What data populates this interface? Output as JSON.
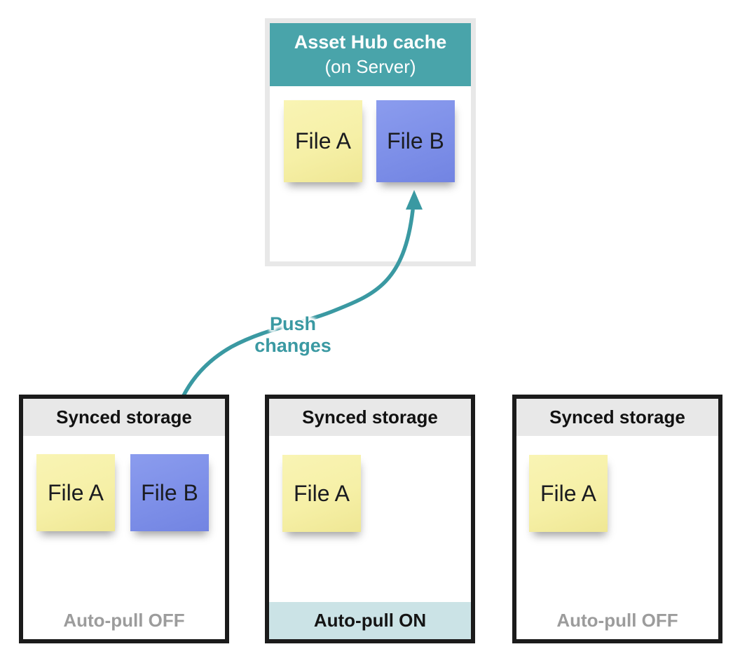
{
  "cache_box": {
    "title": "Asset Hub cache",
    "subtitle": "(on Server)",
    "files": [
      {
        "label": "File A",
        "color": "#f6f0a7"
      },
      {
        "label": "File B",
        "color": "#7d8fe8"
      }
    ]
  },
  "push_arrow": {
    "label": "Push changes",
    "color": "#3a99a2"
  },
  "storage_boxes": [
    {
      "title": "Synced storage",
      "files": [
        {
          "label": "File A",
          "color": "#f6f0a7"
        },
        {
          "label": "File B",
          "color": "#7d8fe8"
        }
      ],
      "footer_label": "Auto-pull OFF",
      "auto_pull": "OFF"
    },
    {
      "title": "Synced storage",
      "files": [
        {
          "label": "File A",
          "color": "#f6f0a7"
        }
      ],
      "footer_label": "Auto-pull ON",
      "auto_pull": "ON"
    },
    {
      "title": "Synced storage",
      "files": [
        {
          "label": "File A",
          "color": "#f6f0a7"
        }
      ],
      "footer_label": "Auto-pull OFF",
      "auto_pull": "OFF"
    }
  ],
  "colors": {
    "teal_header": "#49a4aa",
    "teal_arrow": "#3a99a2",
    "note_yellow": "#f6f0a7",
    "note_blue": "#7d8fe8",
    "band_gray": "#e8e8e8",
    "footer_on_bg": "#cbe3e6",
    "footer_off_text": "#9c9c9c",
    "border_black": "#1b1b1b"
  }
}
